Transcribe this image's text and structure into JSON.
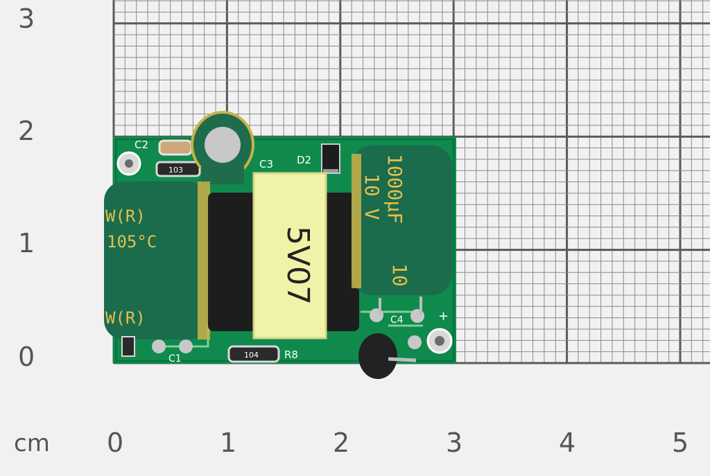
{
  "scale": {
    "unit": "cm",
    "x_ticks": [
      "0",
      "1",
      "2",
      "3",
      "4",
      "5"
    ],
    "y_ticks": [
      "0",
      "1",
      "2",
      "3"
    ]
  },
  "board": {
    "silkscreen": {
      "c2": "C2",
      "c3": "C3",
      "d2": "D2",
      "c4": "C4",
      "c1": "C1",
      "r8": "R8",
      "plus": "+",
      "res_103": "103",
      "res_104": "104"
    },
    "transformer_label": "5V07",
    "cap_right_text": [
      "1000µF",
      "10 V",
      "10"
    ],
    "cap_left_text": [
      "W(R)",
      "105°C",
      "W(R)"
    ]
  },
  "colors": {
    "background": "#f1f1f1",
    "grid_major": "#5a5a5a",
    "grid_minor": "#8a8a8a",
    "pcb_green": "#0f8a4c",
    "cap_green": "#1b6b4d",
    "transformer_yellow": "#f0f2a8",
    "core_black": "#1d1d1d",
    "silkscreen": "#ffffff",
    "cap_text": "#e3c04a"
  }
}
